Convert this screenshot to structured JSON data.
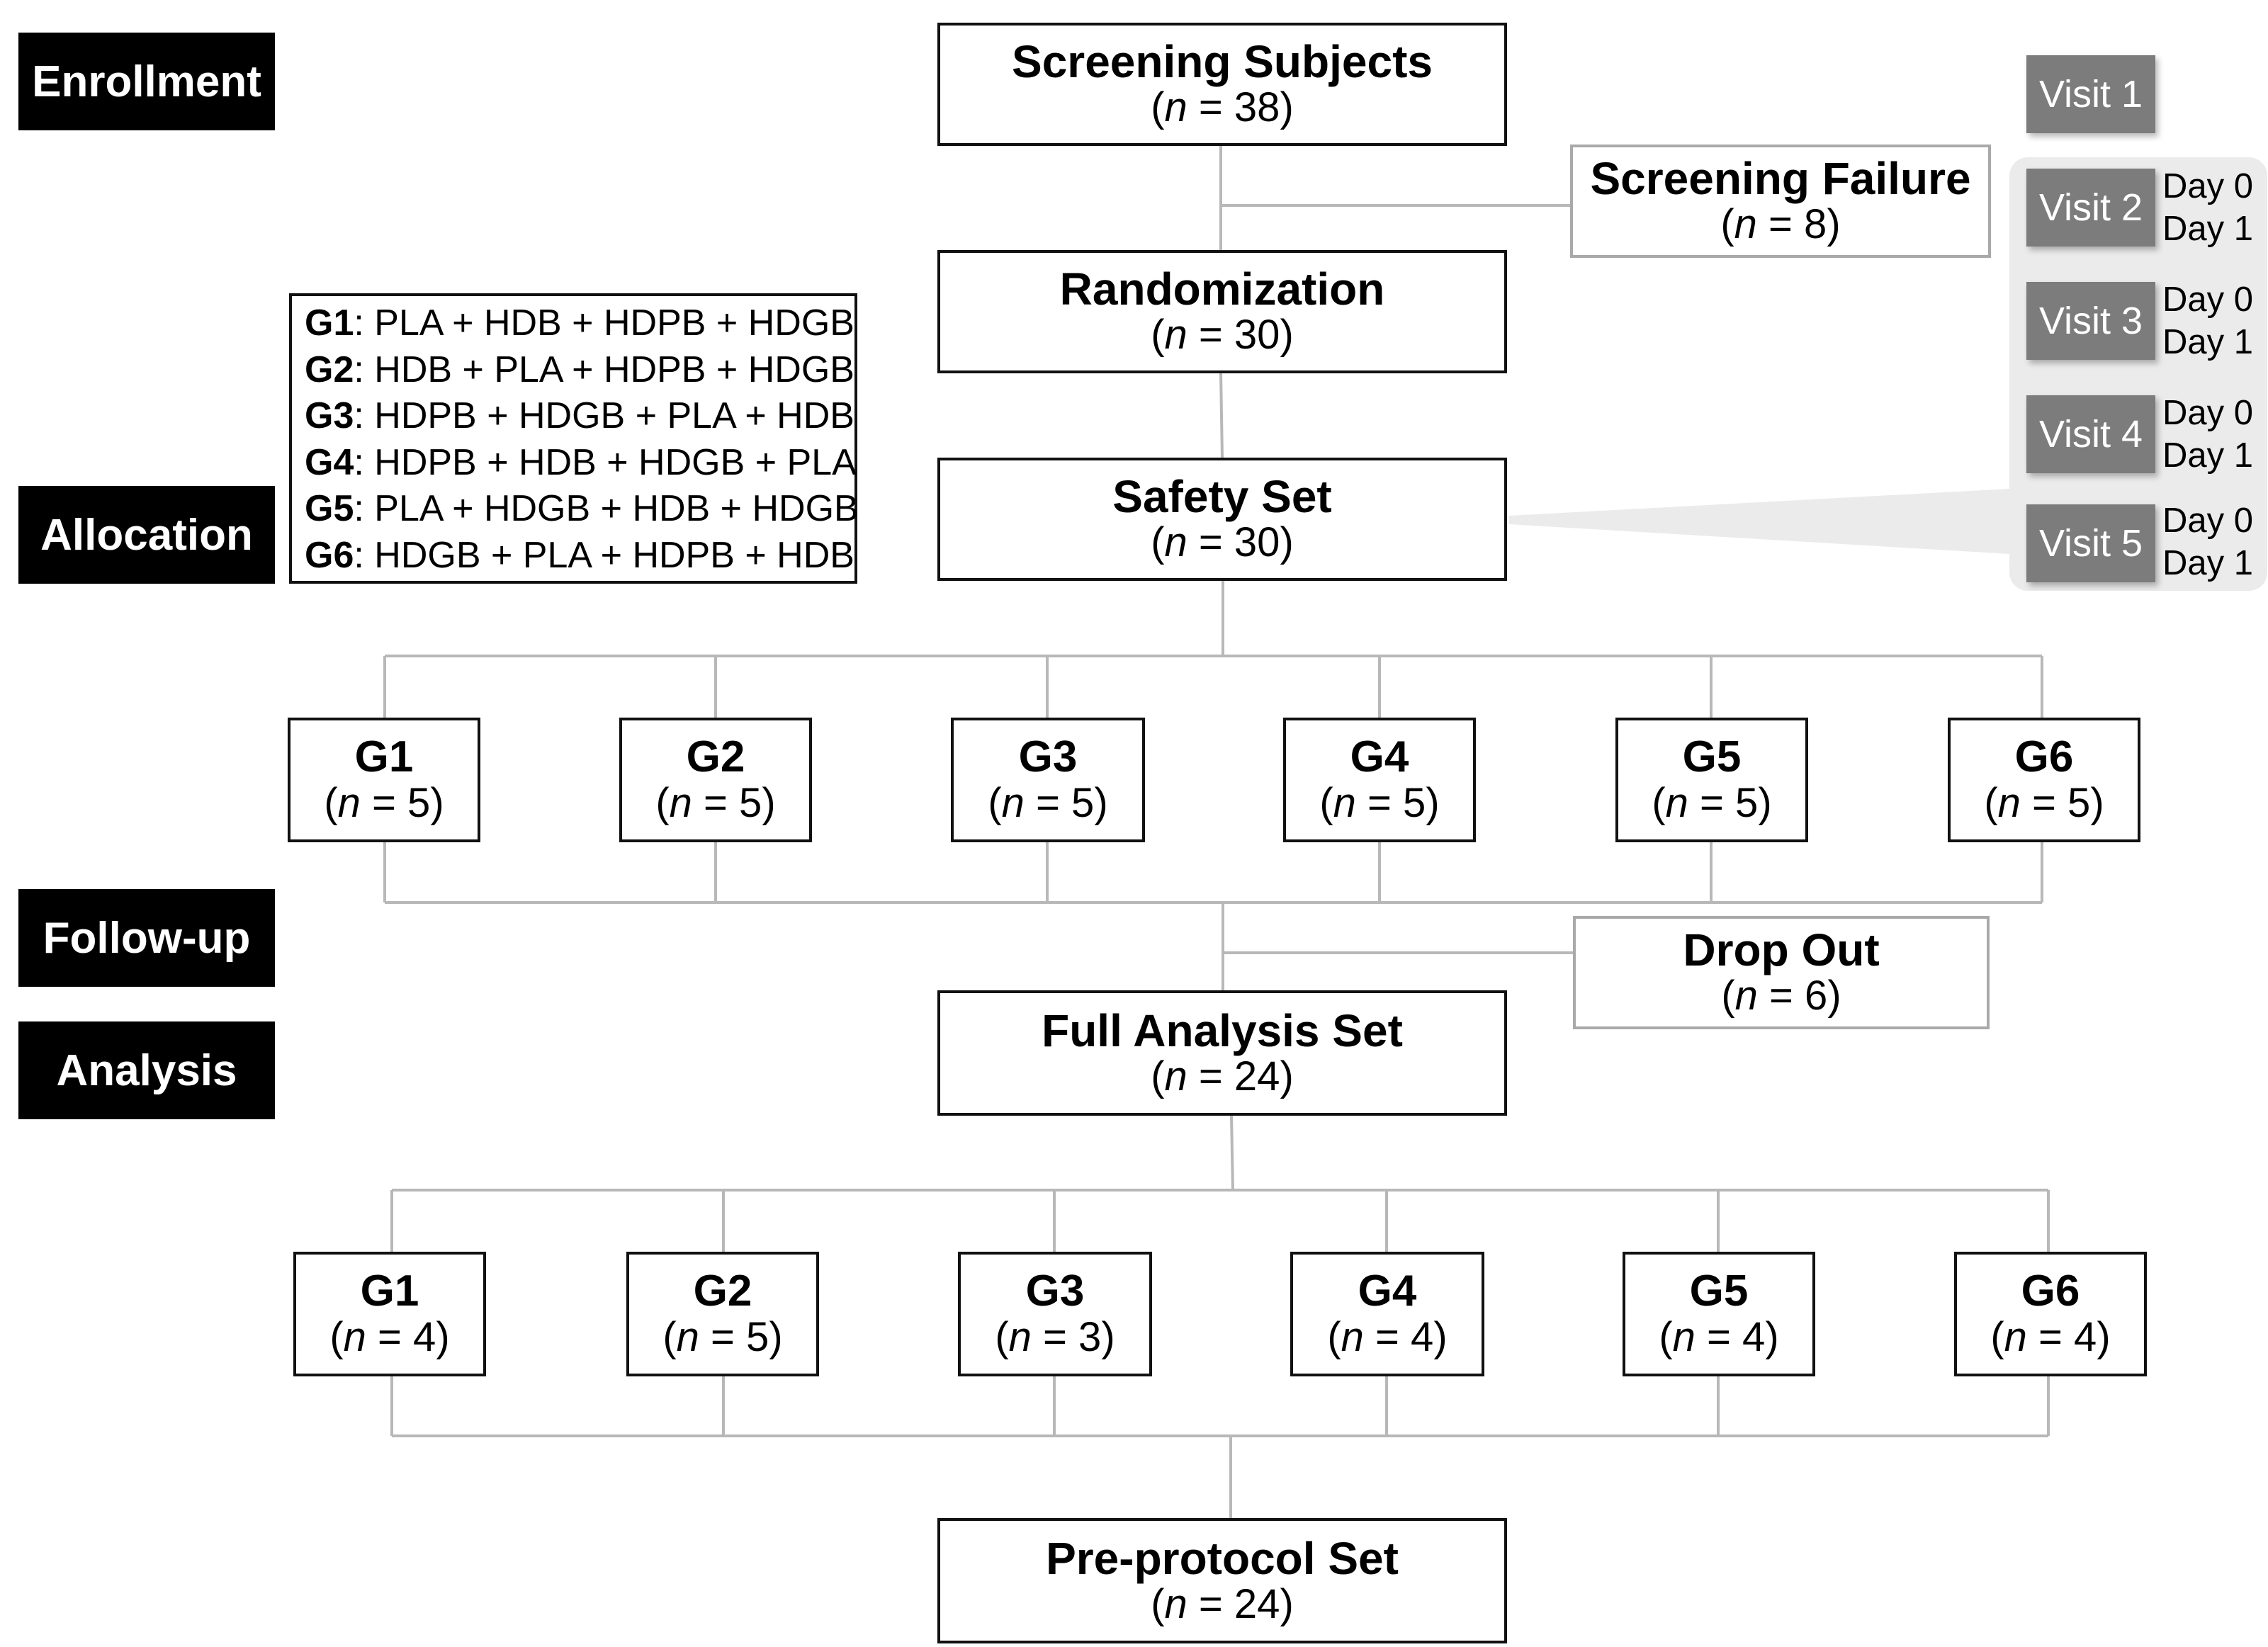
{
  "phases": {
    "enrollment": "Enrollment",
    "allocation": "Allocation",
    "follow_up": "Follow-up",
    "analysis": "Analysis"
  },
  "n_label": "n",
  "screening_subjects": {
    "title": "Screening Subjects",
    "n": "38"
  },
  "screening_failure": {
    "title": "Screening Failure",
    "n": "8"
  },
  "randomization": {
    "title": "Randomization",
    "n": "30"
  },
  "safety_set": {
    "title": "Safety Set",
    "n": "30"
  },
  "drop_out": {
    "title": "Drop Out",
    "n": "6"
  },
  "full_analysis_set": {
    "title": "Full Analysis Set",
    "n": "24"
  },
  "pre_protocol_set": {
    "title": "Pre-protocol Set",
    "n": "24"
  },
  "allocation_legend": [
    {
      "group": "G1",
      "sequence": ": PLA + HDB + HDPB + HDGB"
    },
    {
      "group": "G2",
      "sequence": ": HDB + PLA + HDPB + HDGB"
    },
    {
      "group": "G3",
      "sequence": ": HDPB + HDGB + PLA + HDB"
    },
    {
      "group": "G4",
      "sequence": ": HDPB + HDB + HDGB + PLA"
    },
    {
      "group": "G5",
      "sequence": ": PLA + HDGB + HDB + HDGB"
    },
    {
      "group": "G6",
      "sequence": ": HDGB + PLA + HDPB + HDB"
    }
  ],
  "allocation_groups": [
    {
      "name": "G1",
      "n": "5"
    },
    {
      "name": "G2",
      "n": "5"
    },
    {
      "name": "G3",
      "n": "5"
    },
    {
      "name": "G4",
      "n": "5"
    },
    {
      "name": "G5",
      "n": "5"
    },
    {
      "name": "G6",
      "n": "5"
    }
  ],
  "analysis_groups": [
    {
      "name": "G1",
      "n": "4"
    },
    {
      "name": "G2",
      "n": "5"
    },
    {
      "name": "G3",
      "n": "3"
    },
    {
      "name": "G4",
      "n": "4"
    },
    {
      "name": "G5",
      "n": "4"
    },
    {
      "name": "G6",
      "n": "4"
    }
  ],
  "visits": [
    {
      "label": "Visit 1",
      "days": []
    },
    {
      "label": "Visit 2",
      "days": [
        "Day 0",
        "Day 1"
      ]
    },
    {
      "label": "Visit 3",
      "days": [
        "Day 0",
        "Day 1"
      ]
    },
    {
      "label": "Visit 4",
      "days": [
        "Day 0",
        "Day 1"
      ]
    },
    {
      "label": "Visit 5",
      "days": [
        "Day 0",
        "Day 1"
      ]
    }
  ]
}
